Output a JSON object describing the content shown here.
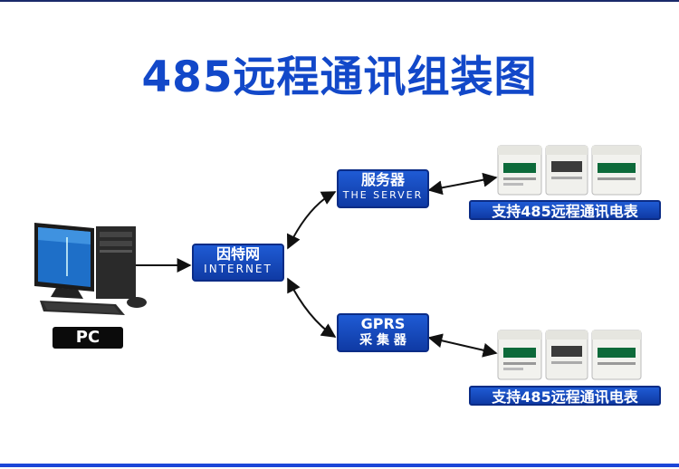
{
  "title": "485远程通讯组装图",
  "nodes": {
    "internet": {
      "line1": "因特网",
      "line2": "INTERNET"
    },
    "server": {
      "line1": "服务器",
      "line2": "THE SERVER"
    },
    "gprs": {
      "line1": "GPRS",
      "line2": "采 集 器"
    }
  },
  "pc_label": "PC",
  "meter_labels": [
    "支持485远程通讯电表",
    "支持485远程通讯电表"
  ],
  "colors": {
    "accent": "#1248c9",
    "node_fill": "#1a4fc4",
    "line": "#1b46d8"
  }
}
